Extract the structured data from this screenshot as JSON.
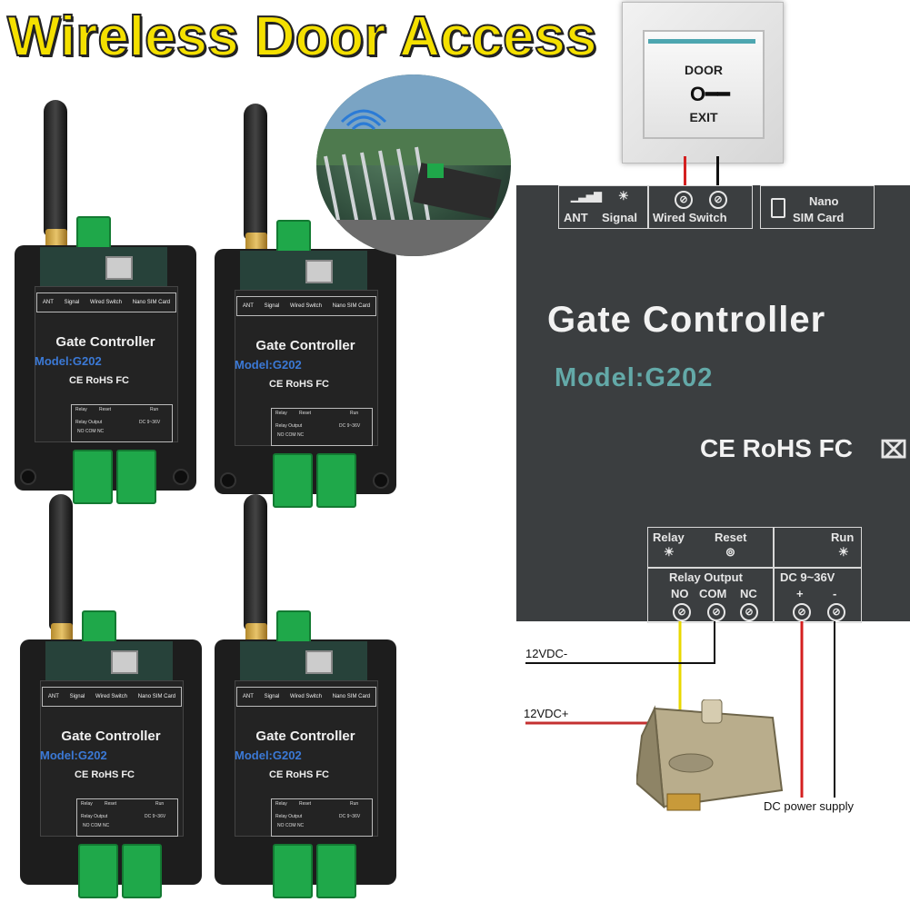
{
  "title": "Wireless Door Access",
  "exit_button": {
    "top": "DOOR",
    "bottom": "EXIT"
  },
  "panel": {
    "ant": "ANT",
    "signal": "Signal",
    "wired_switch": "Wired Switch",
    "sim_top": "Nano",
    "sim_bottom": "SIM Card",
    "name": "Gate Controller",
    "model": "Model:G202",
    "certs": "CE RoHS FC",
    "relay": "Relay",
    "reset": "Reset",
    "run": "Run",
    "relay_output": "Relay Output",
    "no": "NO",
    "com": "COM",
    "nc": "NC",
    "dc": "DC 9~36V",
    "plus": "+",
    "minus": "-"
  },
  "wiring": {
    "minus": "12VDC-",
    "plus": "12VDC+",
    "supply": "DC power supply"
  },
  "small_device": {
    "ant": "ANT",
    "signal": "Signal",
    "wired_switch": "Wired Switch",
    "sim": "Nano SIM Card",
    "name": "Gate Controller",
    "model": "Model:G202",
    "certs": "CE RoHS FC",
    "relay": "Relay",
    "reset": "Reset",
    "run": "Run",
    "relay_output": "Relay Output",
    "contacts": "NO COM NC",
    "dc": "DC 9~36V"
  },
  "colors": {
    "title": "#f4e000",
    "model": "#63a9a8",
    "small_model": "#3b79d6",
    "panel": "#3b3e40"
  }
}
